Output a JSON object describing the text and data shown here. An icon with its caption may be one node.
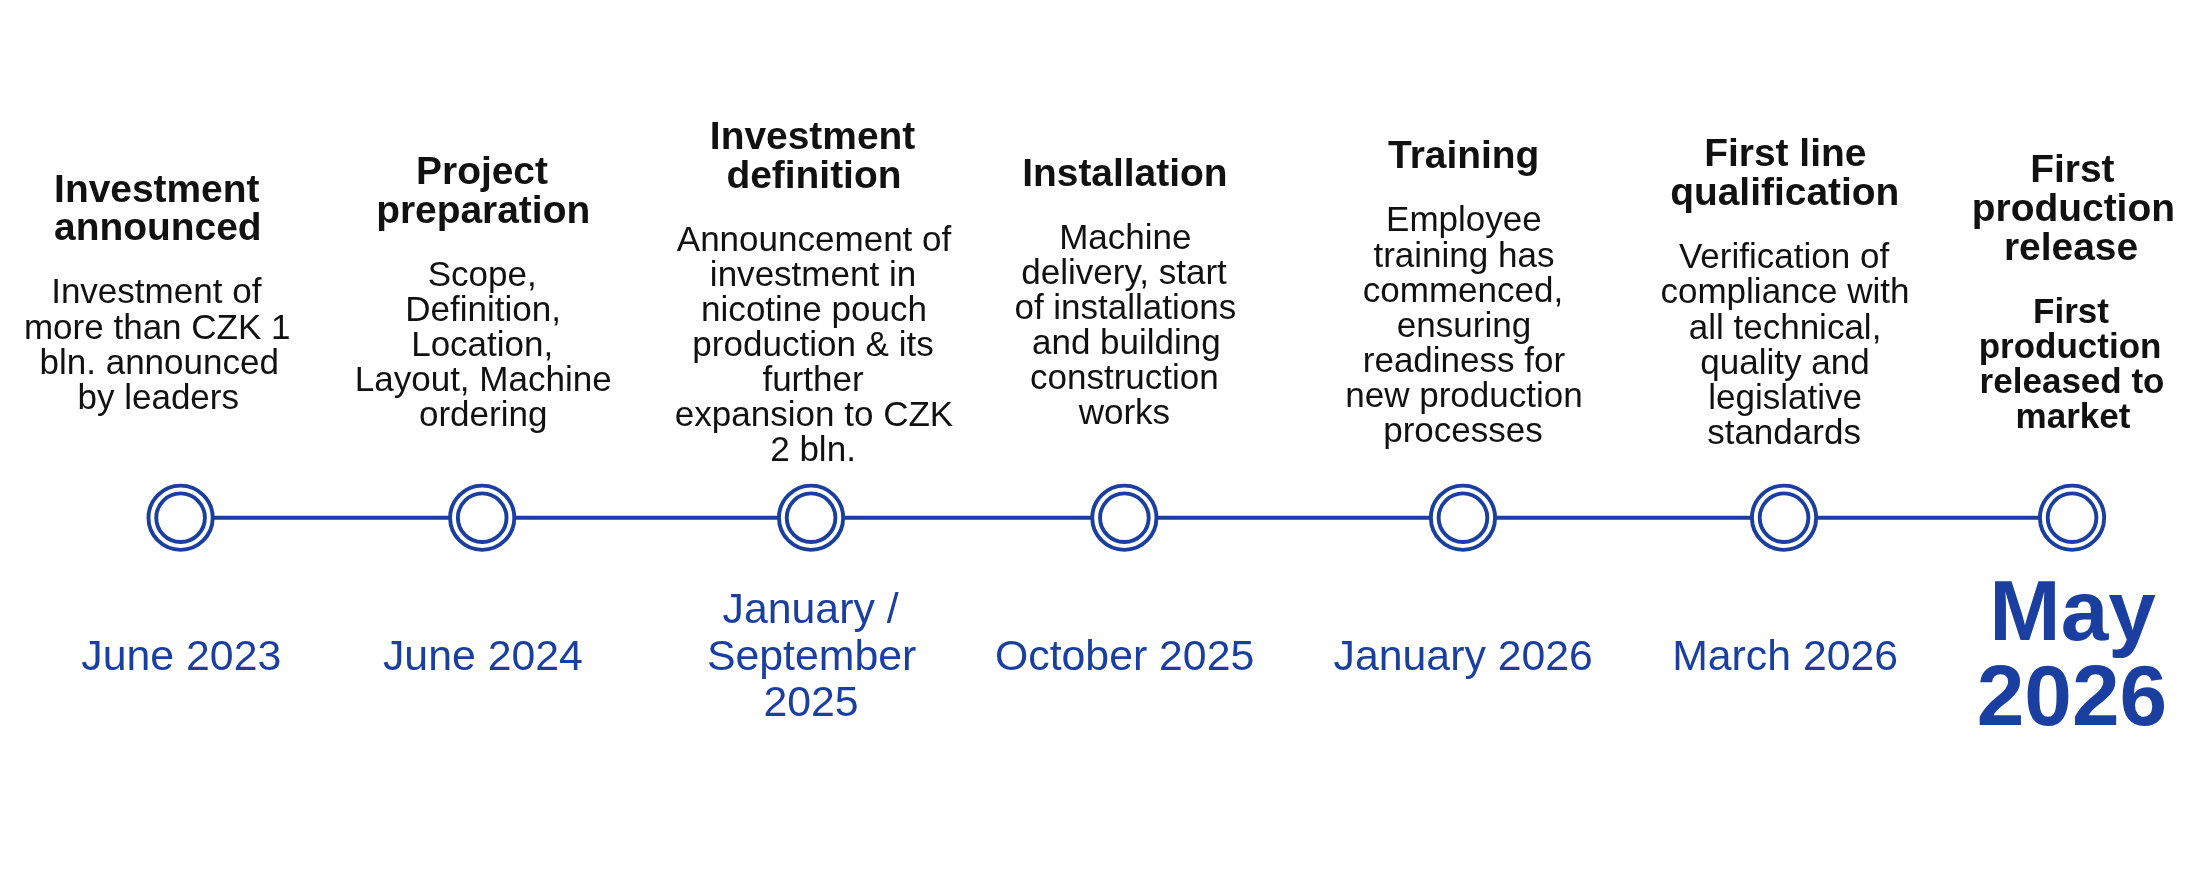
{
  "diagram": {
    "nodes": [
      {
        "text": [],
        "shape": "circle",
        "beside": [
          "Investment announced",
          "Investment of more than CZK 1 bln. announced by leaders",
          "June 2023"
        ]
      },
      {
        "text": [],
        "shape": "circle",
        "beside": [
          "Project preparation",
          "Scope, Definition, Location, Layout, Machine ordering",
          "June 2024"
        ]
      },
      {
        "text": [],
        "shape": "circle",
        "beside": [
          "Investment definition",
          "Announcement of investment in nicotine pouch production & its further expansion to CZK 2 bln.",
          "January / September 2025"
        ]
      },
      {
        "text": [],
        "shape": "circle",
        "beside": [
          "Installation",
          "Machine delivery, start of installations and building construction works",
          "October 2025"
        ]
      },
      {
        "text": [],
        "shape": "circle",
        "beside": [
          "Training",
          "Employee training has commenced, ensuring readiness for new production processes",
          "January 2026"
        ]
      },
      {
        "text": [],
        "shape": "circle",
        "beside": [
          "First line qualification",
          "Verification of compliance with all technical, quality and legislative standards",
          "March 2026"
        ]
      },
      {
        "text": [],
        "shape": "circle",
        "beside": [
          "First production release",
          "First production released to market",
          "May 2026"
        ]
      }
    ],
    "edges": [
      {
        "from": 0,
        "to": 1,
        "arrow": "none"
      },
      {
        "from": 1,
        "to": 2,
        "arrow": "none"
      },
      {
        "from": 2,
        "to": 3,
        "arrow": "none"
      },
      {
        "from": 3,
        "to": 4,
        "arrow": "none"
      },
      {
        "from": 4,
        "to": 5,
        "arrow": "none"
      },
      {
        "from": 5,
        "to": 6,
        "arrow": "none"
      }
    ]
  }
}
